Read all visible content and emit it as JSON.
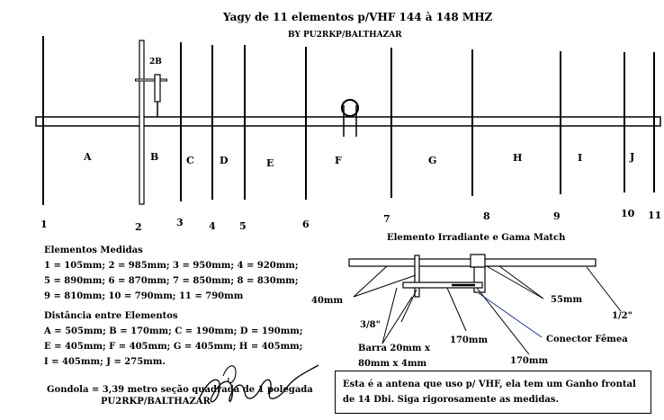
{
  "title": "Yagy de 11 elementos p/VHF 144 à 148 MHZ",
  "subtitle": "BY PU2RKP/BALTHAZAR",
  "gama_label": "2B",
  "segments": [
    "A",
    "B",
    "C",
    "D",
    "E",
    "F",
    "G",
    "H",
    "I",
    "J"
  ],
  "element_numbers": [
    "1",
    "2",
    "3",
    "4",
    "5",
    "6",
    "7",
    "8",
    "9",
    "10",
    "11"
  ],
  "measures_title": "Elementos Medidas",
  "measures_lines": [
    "1 = 105mm; 2 = 985mm; 3 = 950mm; 4 = 920mm;",
    "5 = 890mm; 6 = 870mm; 7 = 850mm; 8 = 830mm;",
    "9 = 810mm; 10 = 790mm; 11 = 790mm"
  ],
  "distance_title": "Distância entre Elementos",
  "distance_lines": [
    "A = 505mm; B = 170mm; C = 190mm; D = 190mm;",
    "E = 405mm; F = 405mm; G = 405mm; H = 405mm;",
    "I = 405mm; J = 275mm."
  ],
  "gondola_line": "Gondola = 3,39 metro seção quadrada de 1 polegada",
  "signature_line": "PU2RKP/BALTHAZAR",
  "detail_title": "Elemento Irradiante e Gama Match",
  "detail_labels": {
    "d40": "40mm",
    "d55": "55mm",
    "half": "1/2\"",
    "three_eighths": "3/8\"",
    "d170a": "170mm",
    "connector": "Conector Fêmea",
    "barra1": "Barra 20mm x",
    "barra2": "80mm x 4mm",
    "d170b": "170mm"
  },
  "note": "Esta é a antena que uso p/ VHF, ela tem um Ganho frontal de 14 Dbi. Siga rigorosamente as medidas."
}
